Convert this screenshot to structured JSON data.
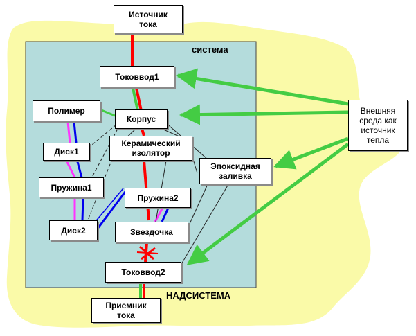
{
  "labels": {
    "system": "система",
    "supersystem": "НАДСИСТЕМА"
  },
  "nodes": {
    "source": "Источник\nтока",
    "lead_in_1": "Токоввод1",
    "polymer": "Полимер",
    "housing": "Корпус",
    "ceramic_insulator": "Керамический\nизолятор",
    "disk1": "Диск1",
    "epoxy": "Эпоксидная\nзаливка",
    "spring1": "Пружина1",
    "spring2": "Пружина2",
    "disk2": "Диск2",
    "star": "Звездочка",
    "lead_in_2": "Токоввод2",
    "receiver": "Приемник\nтока",
    "environment": "Внешняя\nсреда как\nисточник\nтепла"
  },
  "colors": {
    "supersystem_fill": "#fafaa8",
    "system_fill": "#b4dcdc",
    "current_path": "#ff0000",
    "heat_flow": "#44cc44",
    "blue_link": "#0000ee",
    "magenta_link": "#ff33ff",
    "break_mark": "#ff0000"
  }
}
